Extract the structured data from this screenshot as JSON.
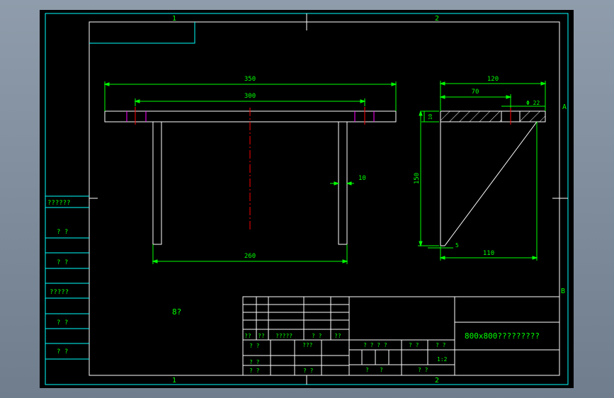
{
  "colors": {
    "background": "#000000",
    "frame": "#00ffff",
    "outline": "#ffffff",
    "dimension": "#00ff00",
    "centerline": "#ff0000",
    "hole": "#ff00ff",
    "bezel": "#7f8c9b"
  },
  "zones": {
    "top_1": "1",
    "top_2": "2",
    "bottom_1": "1",
    "bottom_2": "2",
    "right_a": "A",
    "right_b": "B"
  },
  "front_view": {
    "dim_overall": "350",
    "dim_holes": "300",
    "dim_legs": "260",
    "dim_leg_width": "10"
  },
  "side_view": {
    "dim_width": "120",
    "dim_hole_pos": "70",
    "dim_hole_dia": "Φ 22",
    "dim_thickness": "10",
    "dim_height": "150",
    "dim_foot": "5",
    "dim_bottom": "110"
  },
  "note": "8?",
  "left_panel": [
    "??????",
    "? ?",
    "? ?",
    "?????",
    "? ?",
    "? ?"
  ],
  "title_block": {
    "r1": [
      "??",
      "??",
      "?????",
      "? ?",
      "??"
    ],
    "r2a": "? ?",
    "r2b": "???",
    "r3": "? ?",
    "r4a": "? ?",
    "r4b": "? ?",
    "h1": "? ? ? ?",
    "h2": "? ?",
    "h3": "? ?",
    "scale": "1:2",
    "b1": "?",
    "b2": "?",
    "b3": "? ?",
    "name": "800x800?????????"
  }
}
